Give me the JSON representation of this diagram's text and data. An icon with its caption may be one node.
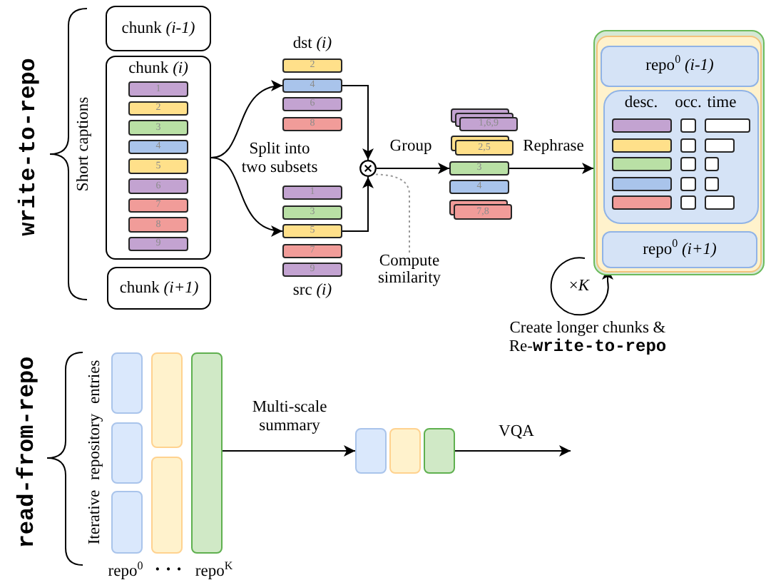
{
  "diagram": {
    "nodes": [
      {
        "text": [
          "chunk *(i-1)*"
        ]
      },
      {
        "text": [
          "chunk *(i)*"
        ]
      },
      {
        "text": [
          "1"
        ],
        "in": 1
      },
      {
        "text": [
          "2"
        ],
        "in": 1
      },
      {
        "text": [
          "3"
        ],
        "in": 1
      },
      {
        "text": [
          "4"
        ],
        "in": 1
      },
      {
        "text": [
          "5"
        ],
        "in": 1
      },
      {
        "text": [
          "6"
        ],
        "in": 1
      },
      {
        "text": [
          "7"
        ],
        "in": 1
      },
      {
        "text": [
          "8"
        ],
        "in": 1
      },
      {
        "text": [
          "9"
        ],
        "in": 1
      },
      {
        "text": [
          "chunk *(i+1)*"
        ]
      },
      {
        "text": [
          "2"
        ]
      },
      {
        "text": [
          "4"
        ]
      },
      {
        "text": [
          "6"
        ]
      },
      {
        "text": [
          "8"
        ]
      },
      {
        "text": [
          "1"
        ]
      },
      {
        "text": [
          "3"
        ]
      },
      {
        "text": [
          "5"
        ]
      },
      {
        "text": [
          "7"
        ]
      },
      {
        "text": [
          "9"
        ]
      },
      {
        "text": [],
        "shape": "circle"
      },
      {
        "text": [
          "Compute similarity"
        ]
      },
      {
        "text": [
          "1,6,9"
        ]
      },
      {
        "text": [
          "2,5"
        ]
      },
      {
        "text": [
          "3"
        ]
      },
      {
        "text": [
          "4"
        ]
      },
      {
        "text": [
          "7,8"
        ]
      },
      {
        "text": [],
        "shape": "box"
      },
      {
        "text": [],
        "shape": "box",
        "in": 28
      },
      {
        "text": [
          "repo$^{0}$ *(i-1)*"
        ],
        "in": 29
      },
      {
        "text": [
          "desc.",
          "occ.",
          "time"
        ],
        "in": 29
      },
      {
        "text": [],
        "shape": "bar",
        "in": 31
      },
      {
        "text": [],
        "shape": "box",
        "in": 31
      },
      {
        "text": [],
        "shape": "bar",
        "in": 31
      },
      {
        "text": [],
        "shape": "bar",
        "in": 31
      },
      {
        "text": [],
        "shape": "box",
        "in": 31
      },
      {
        "text": [],
        "shape": "bar",
        "in": 31
      },
      {
        "text": [],
        "shape": "bar",
        "in": 31
      },
      {
        "text": [],
        "shape": "box",
        "in": 31
      },
      {
        "text": [],
        "shape": "bar",
        "in": 31
      },
      {
        "text": [],
        "shape": "bar",
        "in": 31
      },
      {
        "text": [],
        "shape": "box",
        "in": 31
      },
      {
        "text": [],
        "shape": "bar",
        "in": 31
      },
      {
        "text": [],
        "shape": "bar",
        "in": 31
      },
      {
        "text": [],
        "shape": "box",
        "in": 31
      },
      {
        "text": [],
        "shape": "bar",
        "in": 31
      },
      {
        "text": [
          "repo$^{0}$ *(i+1)*"
        ],
        "in": 29
      },
      {
        "text": [],
        "shape": "box"
      },
      {
        "text": [],
        "shape": "box"
      },
      {
        "text": [],
        "shape": "box"
      },
      {
        "text": [],
        "shape": "box"
      },
      {
        "text": [],
        "shape": "box"
      },
      {
        "text": [],
        "shape": "box"
      },
      {
        "text": [],
        "shape": "box"
      },
      {
        "text": [],
        "shape": "box"
      },
      {
        "text": [],
        "shape": "box"
      }
    ],
    "edges": [
      {
        "from": 1,
        "to": 13,
        "arrow": "to"
      },
      {
        "from": 1,
        "to": 18,
        "arrow": "to"
      },
      {
        "from": 13,
        "to": 21,
        "arrow": "to"
      },
      {
        "from": 18,
        "to": 21,
        "arrow": "to"
      },
      {
        "from": 22,
        "to": 21,
        "arrow": "none",
        "style": "dashed",
        "color": "#999999"
      },
      {
        "from": 21,
        "to": 25,
        "arrow": "to",
        "label": "Group"
      },
      {
        "from": 25,
        "to": 28,
        "arrow": "to",
        "label": "Rephrase"
      },
      {
        "from": 53,
        "to": 54,
        "arrow": "to",
        "label": "Multi-scale summary"
      },
      {
        "from": 56,
        "to": null,
        "arrow": "to",
        "label": "VQA"
      },
      {
        "from": null,
        "to": 47,
        "arrow": "to"
      }
    ],
    "labels": [
      "write-to-repo",
      "Short captions",
      "dst *(i)*",
      "Split into two subsets",
      "src *(i)*",
      "×*K*",
      "Create longer chunks & Re-**write-to-repo**",
      "read-from-repo",
      "Iterative repository entries",
      "repo$^{0}$",
      "· · ·",
      "repo$^{K}$"
    ]
  }
}
